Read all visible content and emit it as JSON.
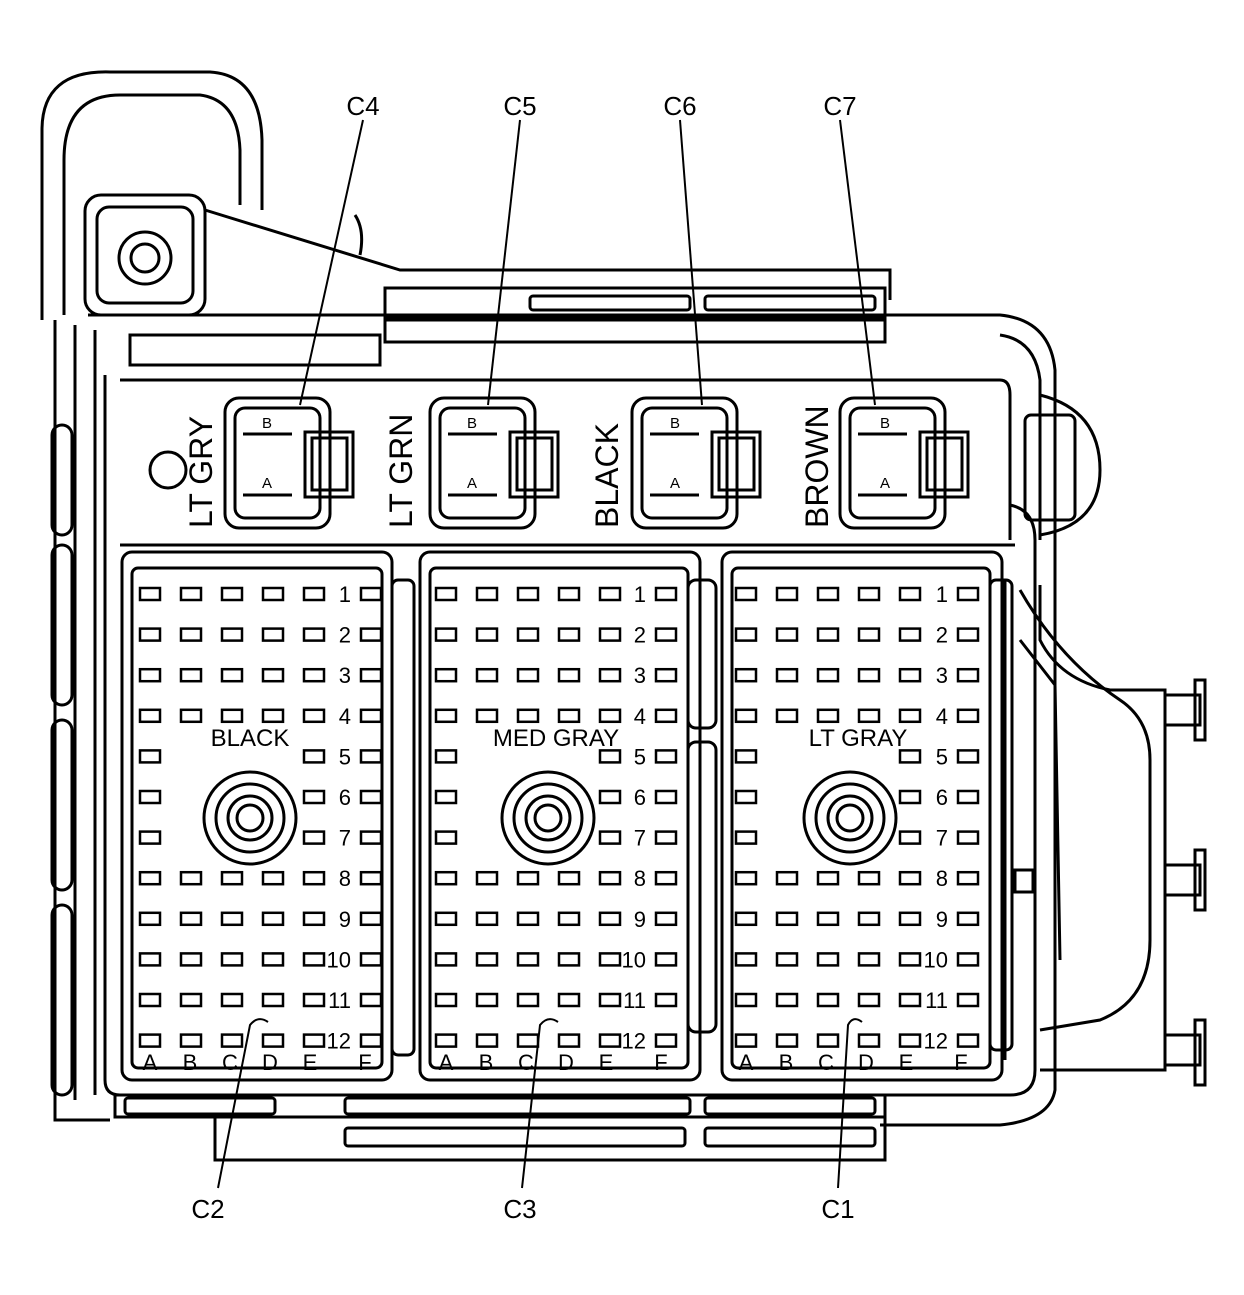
{
  "callouts": {
    "c4": "C4",
    "c5": "C5",
    "c6": "C6",
    "c7": "C7",
    "c2": "C2",
    "c3": "C3",
    "c1": "C1"
  },
  "small_connectors": [
    {
      "id": "c4",
      "color": "LT GRY",
      "pins": [
        "B",
        "A"
      ]
    },
    {
      "id": "c5",
      "color": "LT GRN",
      "pins": [
        "B",
        "A"
      ]
    },
    {
      "id": "c6",
      "color": "BLACK",
      "pins": [
        "B",
        "A"
      ]
    },
    {
      "id": "c7",
      "color": "BROWN",
      "pins": [
        "B",
        "A"
      ]
    }
  ],
  "large_connectors": [
    {
      "id": "c2",
      "color": "BLACK"
    },
    {
      "id": "c3",
      "color": "MED GRAY"
    },
    {
      "id": "c1",
      "color": "LT GRAY"
    }
  ],
  "rows": [
    "1",
    "2",
    "3",
    "4",
    "5",
    "6",
    "7",
    "8",
    "9",
    "10",
    "11",
    "12"
  ],
  "columns": [
    "A",
    "B",
    "C",
    "D",
    "E",
    "F"
  ]
}
